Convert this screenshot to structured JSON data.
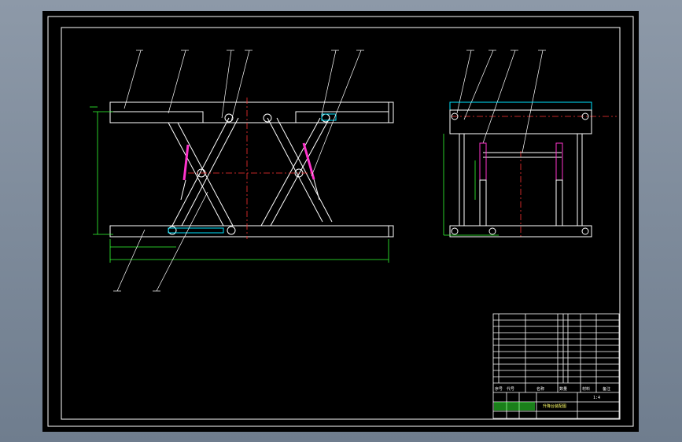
{
  "drawing": {
    "title_block": {
      "header_row": [
        "序号",
        "代号",
        "名称",
        "数量",
        "材料",
        "备注"
      ],
      "drawing_name": "升降台装配图",
      "sheet_no": "1:4"
    }
  },
  "colors": {
    "background": "#000000",
    "frame": "#ffffff",
    "centerline": "#ff3333",
    "dimension": "#33ff33",
    "highlight": "#00e5ff",
    "cylinder": "#ff33cc"
  }
}
